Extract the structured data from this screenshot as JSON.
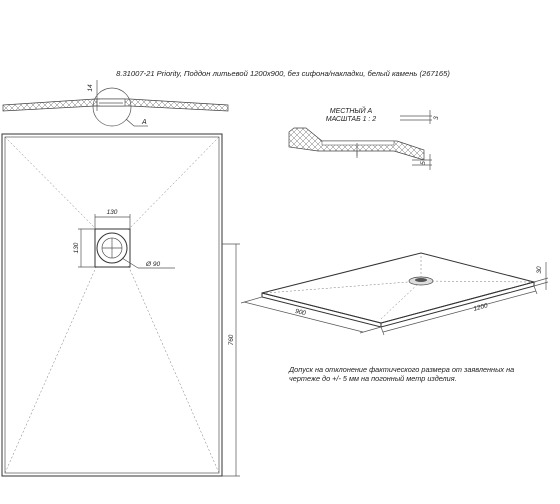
{
  "title": "8.31007-21 Priority, Поддон литьевой 1200х900, без сифона/накладки, белый камень (267165)",
  "section_view": {
    "dim_height": "14",
    "callout": "A"
  },
  "detail_view": {
    "title_line1": "МЕСТНЫЙ А",
    "title_line2": "МАСШТАБ 1 : 2",
    "dim_top": "3",
    "dim_bottom": "5"
  },
  "plan_view": {
    "dim_drain_width": "130",
    "dim_drain_height": "130",
    "dim_drain_diameter": "Ø 90",
    "dim_length": "760"
  },
  "iso_view": {
    "dim_width": "900",
    "dim_length": "1200",
    "dim_height": "30"
  },
  "note": {
    "line1": "Допуск на отклонение фактического размера от заявленных на",
    "line2": "чертеже до +/- 5 мм на погонный метр изделия."
  }
}
